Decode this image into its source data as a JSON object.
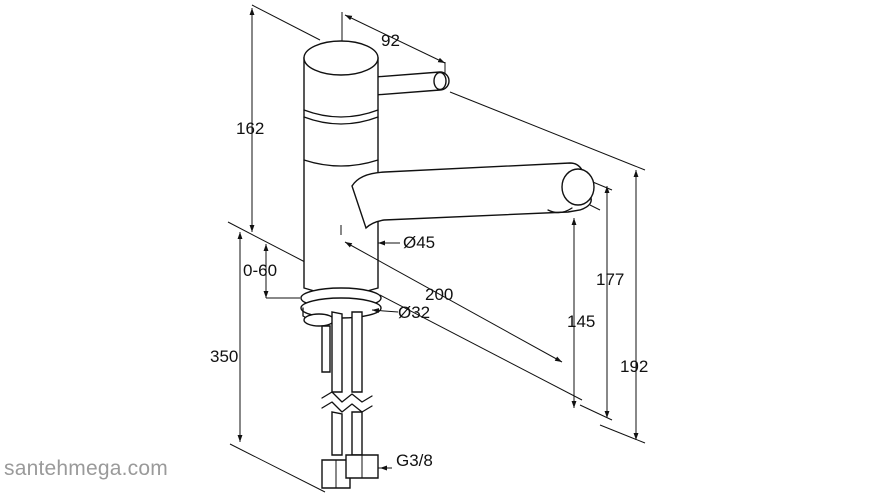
{
  "dimensions": {
    "spout_reach": "92",
    "body_height": "162",
    "body_diameter": "Ø45",
    "install_range": "0-60",
    "spout_length": "200",
    "mount_diameter": "Ø32",
    "hose_length": "350",
    "outlet_height": "145",
    "spout_height": "177",
    "total_height": "192",
    "connection": "G3/8"
  },
  "watermark": "santehmega.com"
}
